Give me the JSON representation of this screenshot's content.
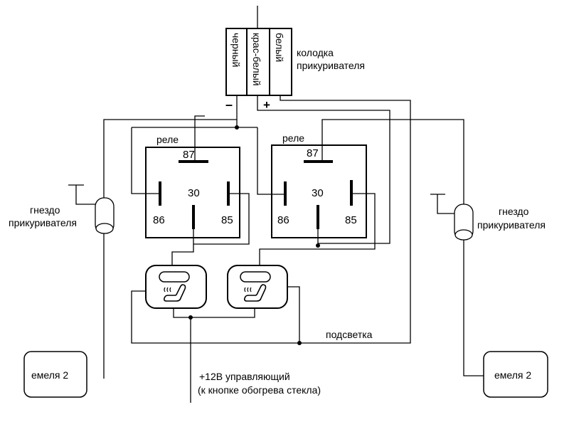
{
  "connector": {
    "wires": [
      "черный",
      "крас-белый",
      "белый"
    ],
    "label_line1": "колодка",
    "label_line2": "прикуривателя",
    "minus": "–",
    "plus": "+"
  },
  "relays": [
    {
      "title": "реле",
      "pin87": "87",
      "pin30": "30",
      "pin86": "86",
      "pin85": "85"
    },
    {
      "title": "реле",
      "pin87": "87",
      "pin30": "30",
      "pin86": "86",
      "pin85": "85"
    }
  ],
  "sockets": [
    {
      "line1": "гнездо",
      "line2": "прикуривателя"
    },
    {
      "line1": "гнездо",
      "line2": "прикуривателя"
    }
  ],
  "modules": [
    "емеля 2",
    "емеля 2"
  ],
  "backlight_label": "подсветка",
  "control": {
    "line1": "+12В управляющий",
    "line2": "(к кнопке обогрева стекла)"
  }
}
